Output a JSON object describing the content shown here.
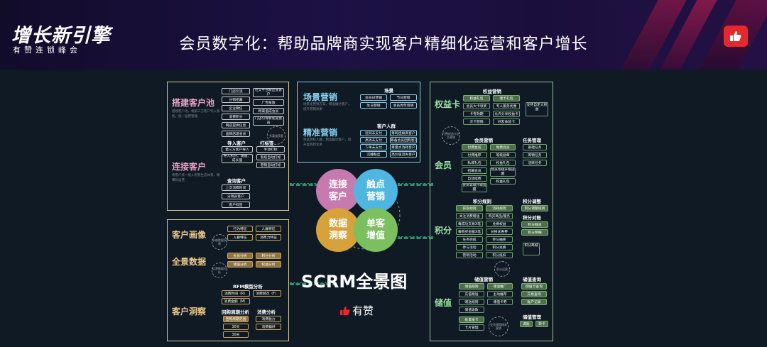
{
  "header": {
    "logo": "增长新引擎",
    "subtitle": "有赞连锁峰会",
    "title": "会员数字化：帮助品牌商实现客户精细化运营和客户增长"
  },
  "center": {
    "circles": [
      "连接\n客户",
      "触点\n营销",
      "数据\n洞察",
      "单客\n增值"
    ],
    "title": "SCRM全景图",
    "brand": "有赞"
  },
  "left_top": {
    "build_pool": {
      "title": "搭建客户池",
      "desc": "搭建客户池，将第三方客户导入系统，统一运营管理",
      "tags": [
        "门店引流",
        "社交平台粉丝变客户",
        "分销招募",
        "广告投放",
        "企业微信",
        "跨渠道成会员",
        "消费积分",
        "门店引导新客变会员",
        "网店提供信息",
        "品牌店适会员"
      ],
      "bubble": "多渠道获客"
    },
    "connect": {
      "title": "连接客户",
      "desc": "将客户统一接入有赞生态体系，精细化运营",
      "import_title": "导入客户",
      "import_tags": [
        "第三方客户导入",
        "导入积分、储值、成长值"
      ],
      "tag_title": "打标签",
      "tag_items": [
        "手动打标",
        "系统自动打标",
        "营销自动打标"
      ],
      "query_title": "查询客户",
      "query_tags": [
        "上次消费时间",
        "分销员客户",
        "客户标签"
      ]
    }
  },
  "left_bottom": {
    "portrait": {
      "title": "客户画像",
      "tags": [
        "行为特征",
        "人群特征",
        "人群特征",
        "消费力特征"
      ],
      "bubble": "多维数据洞察"
    },
    "fulldata": {
      "title": "全景数据",
      "tags": [
        "会员分析",
        "积分分析",
        "储值分析",
        "权益分析"
      ],
      "bubble": "运营数据分析"
    },
    "insight": {
      "title": "客户洞察",
      "rfm_title": "RFM模型分析",
      "rfm_tags": [
        "消费时间（R）",
        "消费频次（F）",
        "消费金额（M）"
      ],
      "cycle_title": "回购周期分析",
      "cycle_tags": [
        "回购周期范围",
        "30天",
        "30天"
      ],
      "spend_title": "消费分析",
      "spend_tags": [
        "消费能力",
        "消费偏好"
      ]
    }
  },
  "mid_top": {
    "scene": {
      "title": "场景营销",
      "desc": "场景化营销方案，精准触达客户，提升营销效果",
      "header": "场景",
      "tags": [
        "会员日营销",
        "节日营销",
        "生日营销",
        "会员周年营销"
      ]
    },
    "precise": {
      "title": "精准营销",
      "desc": "筛选目标人群，精准触达客户，提升复购转化率",
      "header": "客户人群",
      "tags": [
        "近同未支付",
        "筹码连续高客户",
        "高消未支付",
        "筹备会员回购客户",
        "下单未支付",
        "筹量点消耗客户",
        "沉睡粉丝",
        "高价值流失客户"
      ]
    }
  },
  "right": {
    "rights_card": {
      "title": "权益卡",
      "header": "权益营销",
      "tags": [
        "权益礼包",
        "储卡礼包",
        "会员大卡领奖",
        "专人服务优惠",
        "卡有效期",
        "允许分享权益卡",
        "次卡营销",
        "好友体验卡"
      ],
      "extra": "支持自定义权益",
      "bubble": "付费权益卡会员营销"
    },
    "member": {
      "title": "会员",
      "header1": "会员营销",
      "tags1": [
        "付费会员",
        "付费推荐",
        "私域礼包",
        "招募会员",
        "自动续费",
        "会员等级升级提醒"
      ],
      "tags2": [
        "免费会员",
        "等级勋章",
        "权益礼包",
        "会员等级升级提醒",
        "权益礼包"
      ],
      "header2": "任务管理",
      "tasks": [
        "基础任务",
        "购物任务",
        "活跃任务"
      ]
    },
    "points": {
      "title": "积分",
      "header1": "积分规则",
      "header2": "积分调整",
      "rules": [
        "获取规则",
        "消耗规则"
      ],
      "adjust": [
        "积分调整规则"
      ],
      "tags": [
        "关注消费赠送",
        "购买商品/服务",
        "每成功交易X笔",
        "兑换权益",
        "每购买金额X笔",
        "兑换优惠券",
        "任务完成",
        "参与抽奖",
        "参与活动",
        "积分兑换",
        "营销活动",
        "积分抵扣"
      ],
      "header3": "积分对账",
      "reconcile": [
        "积分概览",
        "积分明细"
      ],
      "extra": "积分商城",
      "bubble": "积分运营"
    },
    "stored": {
      "title": "储值",
      "header1": "储值营销",
      "tags": [
        "储值规则",
        "储值推广",
        "充值赠送",
        "主动推荐",
        "赠送规则",
        "储值卡券",
        "储值退款"
      ],
      "header2": "储值查询",
      "query": [
        "储值卡查询",
        "交易查询",
        "账户记录"
      ],
      "header3": "储值管理",
      "manage": [
        "调账",
        "转卡"
      ],
      "card_tags": [
        "批量发卡",
        "卡片管理"
      ],
      "bubble": "会员储值精准营销"
    }
  },
  "colors": {
    "pink": "#d37bb0",
    "blue": "#4fb6e0",
    "gold": "#d6a23c",
    "green": "#7bbf5e",
    "accent_red": "#e5282c"
  }
}
